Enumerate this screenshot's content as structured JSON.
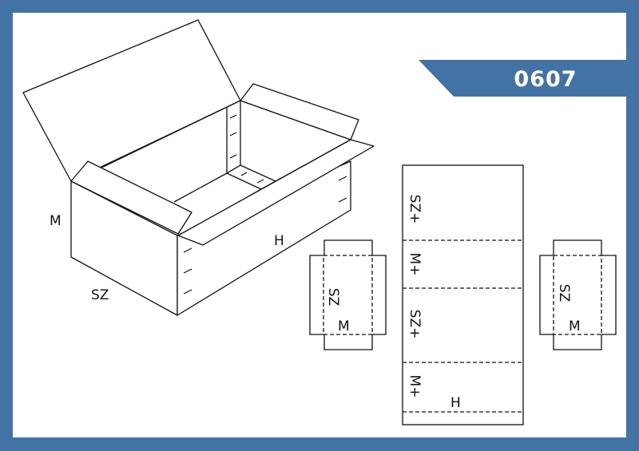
{
  "banner": {
    "code": "0607",
    "color": "#4373a5"
  },
  "box_3d": {
    "label_height": "M",
    "label_width": "SZ",
    "label_length": "H"
  },
  "blank": {
    "panel_labels": [
      "SZ+",
      "M+",
      "SZ+",
      "M+"
    ],
    "label_length": "H"
  },
  "end_blank_left": {
    "label_width": "SZ",
    "label_height": "M"
  },
  "end_blank_right": {
    "label_width": "SZ",
    "label_height": "M"
  }
}
